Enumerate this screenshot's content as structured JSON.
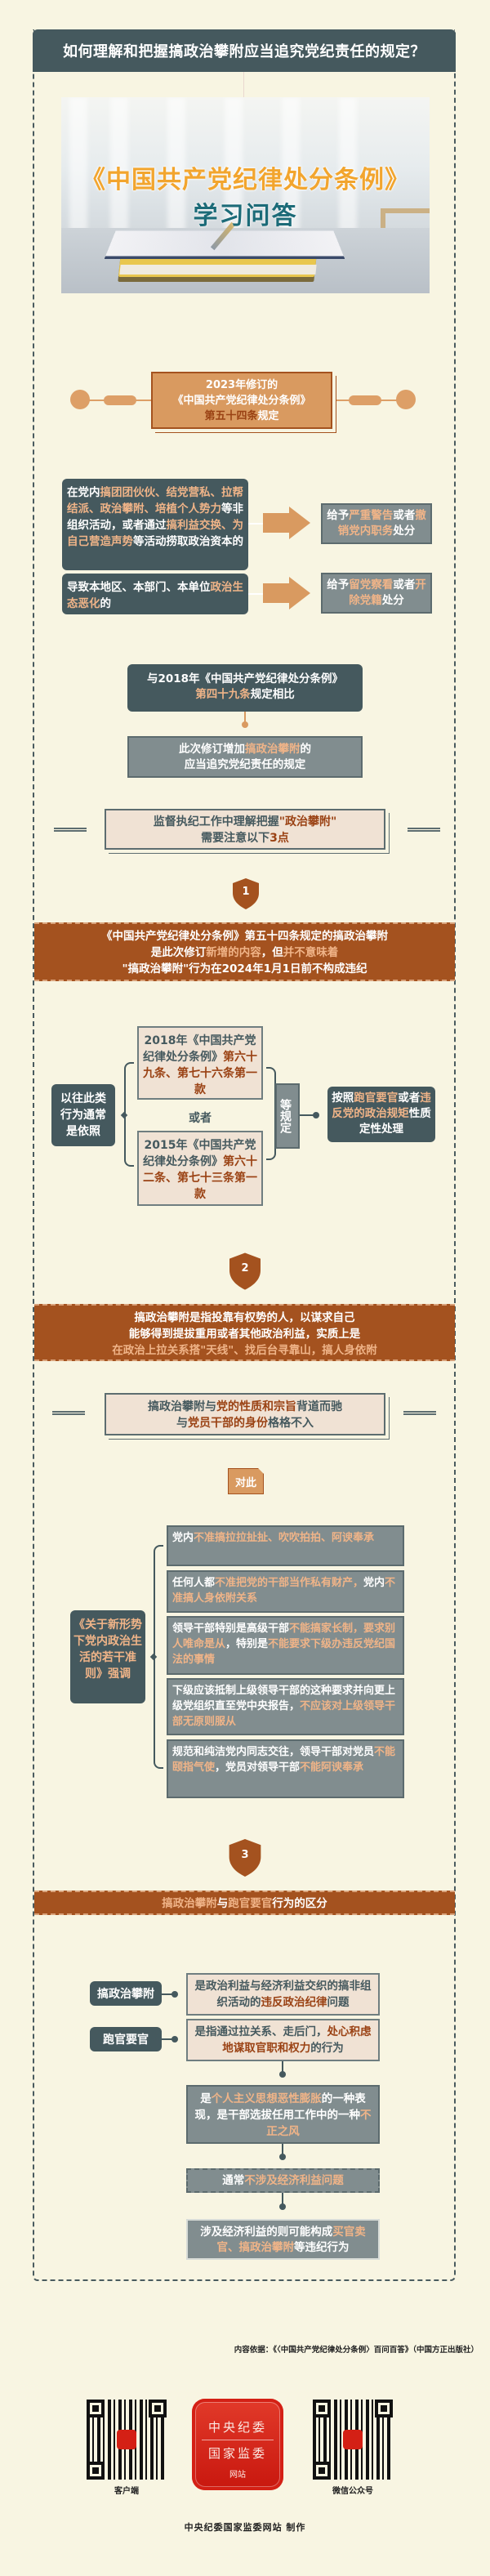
{
  "header": {
    "title": "如何理解和把握搞政治攀附应当追究党纪责任的规定？"
  },
  "banner": {
    "title": "《中国共产党纪律处分条例》",
    "subtitle": "学习问答"
  },
  "article": {
    "line1": "2023年修订的",
    "line2": "《中国共产党纪律处分条例》",
    "line3_highlight": "第五十四条",
    "line3_rest": "规定"
  },
  "rules": [
    {
      "condition": [
        {
          "t": "在党内",
          "h": false
        },
        {
          "t": "搞团团伙伙、结党营私、拉帮结派、政治攀附、培植个人势力",
          "h": true
        },
        {
          "t": "等非组织活动，或者通过",
          "h": false
        },
        {
          "t": "搞利益交换、为自己营造声势",
          "h": true
        },
        {
          "t": "等活动捞取政治资本的",
          "h": false
        }
      ],
      "penalty": [
        {
          "t": "给予",
          "h": false
        },
        {
          "t": "严重警告",
          "h": true
        },
        {
          "t": "或者",
          "h": false
        },
        {
          "t": "撤销党内职务",
          "h": true
        },
        {
          "t": "处分",
          "h": false
        }
      ]
    },
    {
      "condition": [
        {
          "t": "导致本地区、本部门、本单位",
          "h": false
        },
        {
          "t": "政治生态恶化",
          "h": true
        },
        {
          "t": "的",
          "h": false
        }
      ],
      "penalty": [
        {
          "t": "给予",
          "h": false
        },
        {
          "t": "留党察看",
          "h": true
        },
        {
          "t": "或者",
          "h": false
        },
        {
          "t": "开除党籍",
          "h": true
        },
        {
          "t": "处分",
          "h": false
        }
      ]
    }
  ],
  "comparison": {
    "line1": "与2018年《中国共产党纪律处分条例》",
    "line2_highlight": "第四十九条",
    "line2_rest": "规定相比",
    "result_pre": "此次修订增加",
    "result_highlight": "搞政治攀附",
    "result_post": "的",
    "result_line2": "应当追究党纪责任的规定"
  },
  "notes_heading": {
    "pre": "监督执纪工作中理解把握",
    "highlight": "\"政治攀附\"",
    "line2_pre": "需要注意以下",
    "line2_highlight": "3点"
  },
  "point1": {
    "number": "1",
    "line1": "《中国共产党纪律处分条例》第五十四条规定的搞政治攀附",
    "line2_pre": "是此次修订",
    "line2_h1": "新增的内容",
    "line2_mid": "，但",
    "line2_h2": "并不意味着",
    "line3": "\"搞政治攀附\"行为在2024年1月1日前不构成违纪",
    "basis_label": "以往此类行为通常是依照",
    "option_a_pre": "2018年《中国共产党纪律处分条例》",
    "option_a_highlight": "第六十九条、第七十六条第一款",
    "or_label": "或者",
    "option_b_pre": "2015年《中国共产党纪律处分条例》",
    "option_b_highlight": "第六十二条、第七十三条第一款",
    "etc_label": "等规定",
    "handling_pre": "按照",
    "handling_h1": "跑官要官",
    "handling_mid": "或者",
    "handling_h2": "违反党的政治规矩",
    "handling_post": "性质定性处理"
  },
  "point2": {
    "number": "2",
    "line1": "搞政治攀附是指投靠有权势的人，以谋求自己",
    "line2": "能够得到提拔重用或者其他政治利益，实质上是",
    "line3": "在政治上拉关系搭\"天线\"、找后台寻靠山，搞人身依附",
    "heading_pre": "搞政治攀附与",
    "heading_h1": "党的性质和宗旨",
    "heading_mid": "背道而驰",
    "heading_line2_pre": "与",
    "heading_line2_h": "党员干部的身份",
    "heading_line2_post": "格格不入",
    "tag": "对此",
    "source_label": "《关于新形势下党内政治生活的若干准则》强调",
    "rules": [
      [
        {
          "t": "党内",
          "h": false
        },
        {
          "t": "不准搞拉拉扯扯、吹吹拍拍、阿谀奉承",
          "h": true
        }
      ],
      [
        {
          "t": "任何人都",
          "h": false
        },
        {
          "t": "不准把党的干部当作私有财产，",
          "h": true
        },
        {
          "t": "党内",
          "h": false
        },
        {
          "t": "不准搞人身依附关系",
          "h": true
        }
      ],
      [
        {
          "t": "领导干部特别是高级干部",
          "h": false
        },
        {
          "t": "不能搞家长制，要求别人唯命是从",
          "h": true
        },
        {
          "t": "，特别是",
          "h": false
        },
        {
          "t": "不能要求下级办违反党纪国法的事情",
          "h": true
        }
      ],
      [
        {
          "t": "下级应该抵制上级领导干部的这种要求并向更上级党组织直至党中央报告，",
          "h": false
        },
        {
          "t": "不应该对上级领导干部无原则服从",
          "h": true
        }
      ],
      [
        {
          "t": "规范和纯洁党内同志交往，领导干部对党员",
          "h": false
        },
        {
          "t": "不能颐指气使",
          "h": true
        },
        {
          "t": "，党员对领导干部",
          "h": false
        },
        {
          "t": "不能阿谀奉承",
          "h": true
        }
      ]
    ]
  },
  "point3": {
    "number": "3",
    "heading_h1": "搞政治攀附",
    "heading_mid": "与",
    "heading_h2": "跑官要官",
    "heading_post": "行为的区分",
    "label_a": "搞政治攀附",
    "def_a_pre": "是政治利益与经济利益交织的搞非组织活动的",
    "def_a_h": "违反政治纪律",
    "def_a_post": "问题",
    "label_b": "跑官要官",
    "def_b_pre": "是指通过拉关系、走后门，",
    "def_b_h": "处心积虑地谋取官职和权力",
    "def_b_post": "的行为",
    "chain": [
      [
        {
          "t": "是",
          "h": false
        },
        {
          "t": "个人主义思想恶性膨胀",
          "h": true
        },
        {
          "t": "的一种表现，是干部选拔任用工作中的一种",
          "h": false
        },
        {
          "t": "不正之风",
          "h": true
        }
      ],
      [
        {
          "t": "通常",
          "h": false
        },
        {
          "t": "不涉及经济利益问题",
          "h": true
        }
      ],
      [
        {
          "t": "涉及经济利益的则可能构成",
          "h": false
        },
        {
          "t": "买官卖官、搞政治攀附",
          "h": true
        },
        {
          "t": "等违纪行为",
          "h": false
        }
      ]
    ]
  },
  "footer": {
    "source": "内容依据：《〈中国共产党纪律处分条例〉百问百答》（中国方正出版社）",
    "qr_left_label": "客户端",
    "qr_right_label": "微信公众号",
    "seal_line1": "中央纪委",
    "seal_line2": "国家监委",
    "seal_line3": "网站",
    "credit": "中央纪委国家监委网站 制作"
  },
  "colors": {
    "background": "#f8f5e2",
    "slate": "#45595e",
    "gray": "#818d8f",
    "rust": "#a4521f",
    "tan": "#d99a60",
    "highlight": "#f0b488",
    "seal_red": "#d42015"
  }
}
